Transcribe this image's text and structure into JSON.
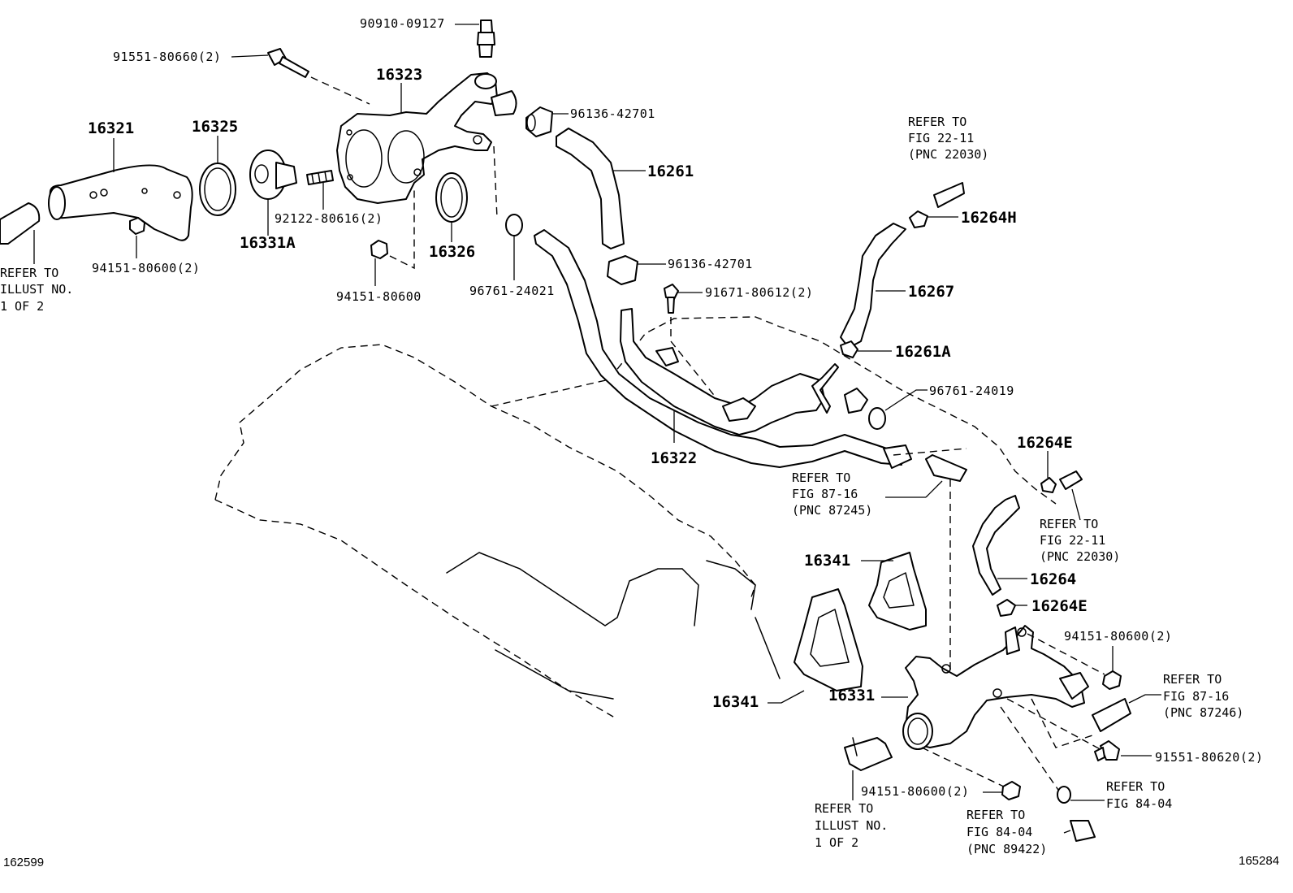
{
  "labels": {
    "p16321": "16321",
    "p16325": "16325",
    "p16323": "16323",
    "p16331A": "16331A",
    "p16326": "16326",
    "p16261": "16261",
    "p16322": "16322",
    "p16264H": "16264H",
    "p16267": "16267",
    "p16261A": "16261A",
    "p16264E_top": "16264E",
    "p16264": "16264",
    "p16264E_bot": "16264E",
    "p16341_top": "16341",
    "p16341_bot": "16341",
    "p16331": "16331",
    "n90910": "90910-09127",
    "n91551_80660": "91551-80660(2)",
    "n96136_a": "96136-42701",
    "n92122": "92122-80616(2)",
    "n94151_a": "94151-80600(2)",
    "n94151_b": "94151-80600",
    "n96761_24021": "96761-24021",
    "n96136_b": "96136-42701",
    "n91671": "91671-80612(2)",
    "n96761_24019": "96761-24019",
    "n94151_c": "94151-80600(2)",
    "n91551_80620": "91551-80620(2)",
    "n94151_d": "94151-80600(2)"
  },
  "refs": {
    "illust_left": [
      "REFER TO",
      "ILLUST NO.",
      "1 OF 2"
    ],
    "fig22_top": [
      "REFER TO",
      "FIG 22-11",
      "(PNC 22030)"
    ],
    "fig87_245": [
      "REFER TO",
      "FIG 87-16",
      "(PNC 87245)"
    ],
    "fig22_right": [
      "REFER TO",
      "FIG 22-11",
      "(PNC 22030)"
    ],
    "fig87_246": [
      "REFER TO",
      "FIG 87-16",
      "(PNC 87246)"
    ],
    "fig84_right": [
      "REFER TO",
      "FIG 84-04"
    ],
    "illust_bottom": [
      "REFER TO",
      "ILLUST NO.",
      "1 OF 2"
    ],
    "fig84_89422": [
      "REFER TO",
      "FIG 84-04",
      "(PNC 89422)"
    ]
  },
  "footer": {
    "left_code": "162599",
    "right_code": "165284"
  }
}
